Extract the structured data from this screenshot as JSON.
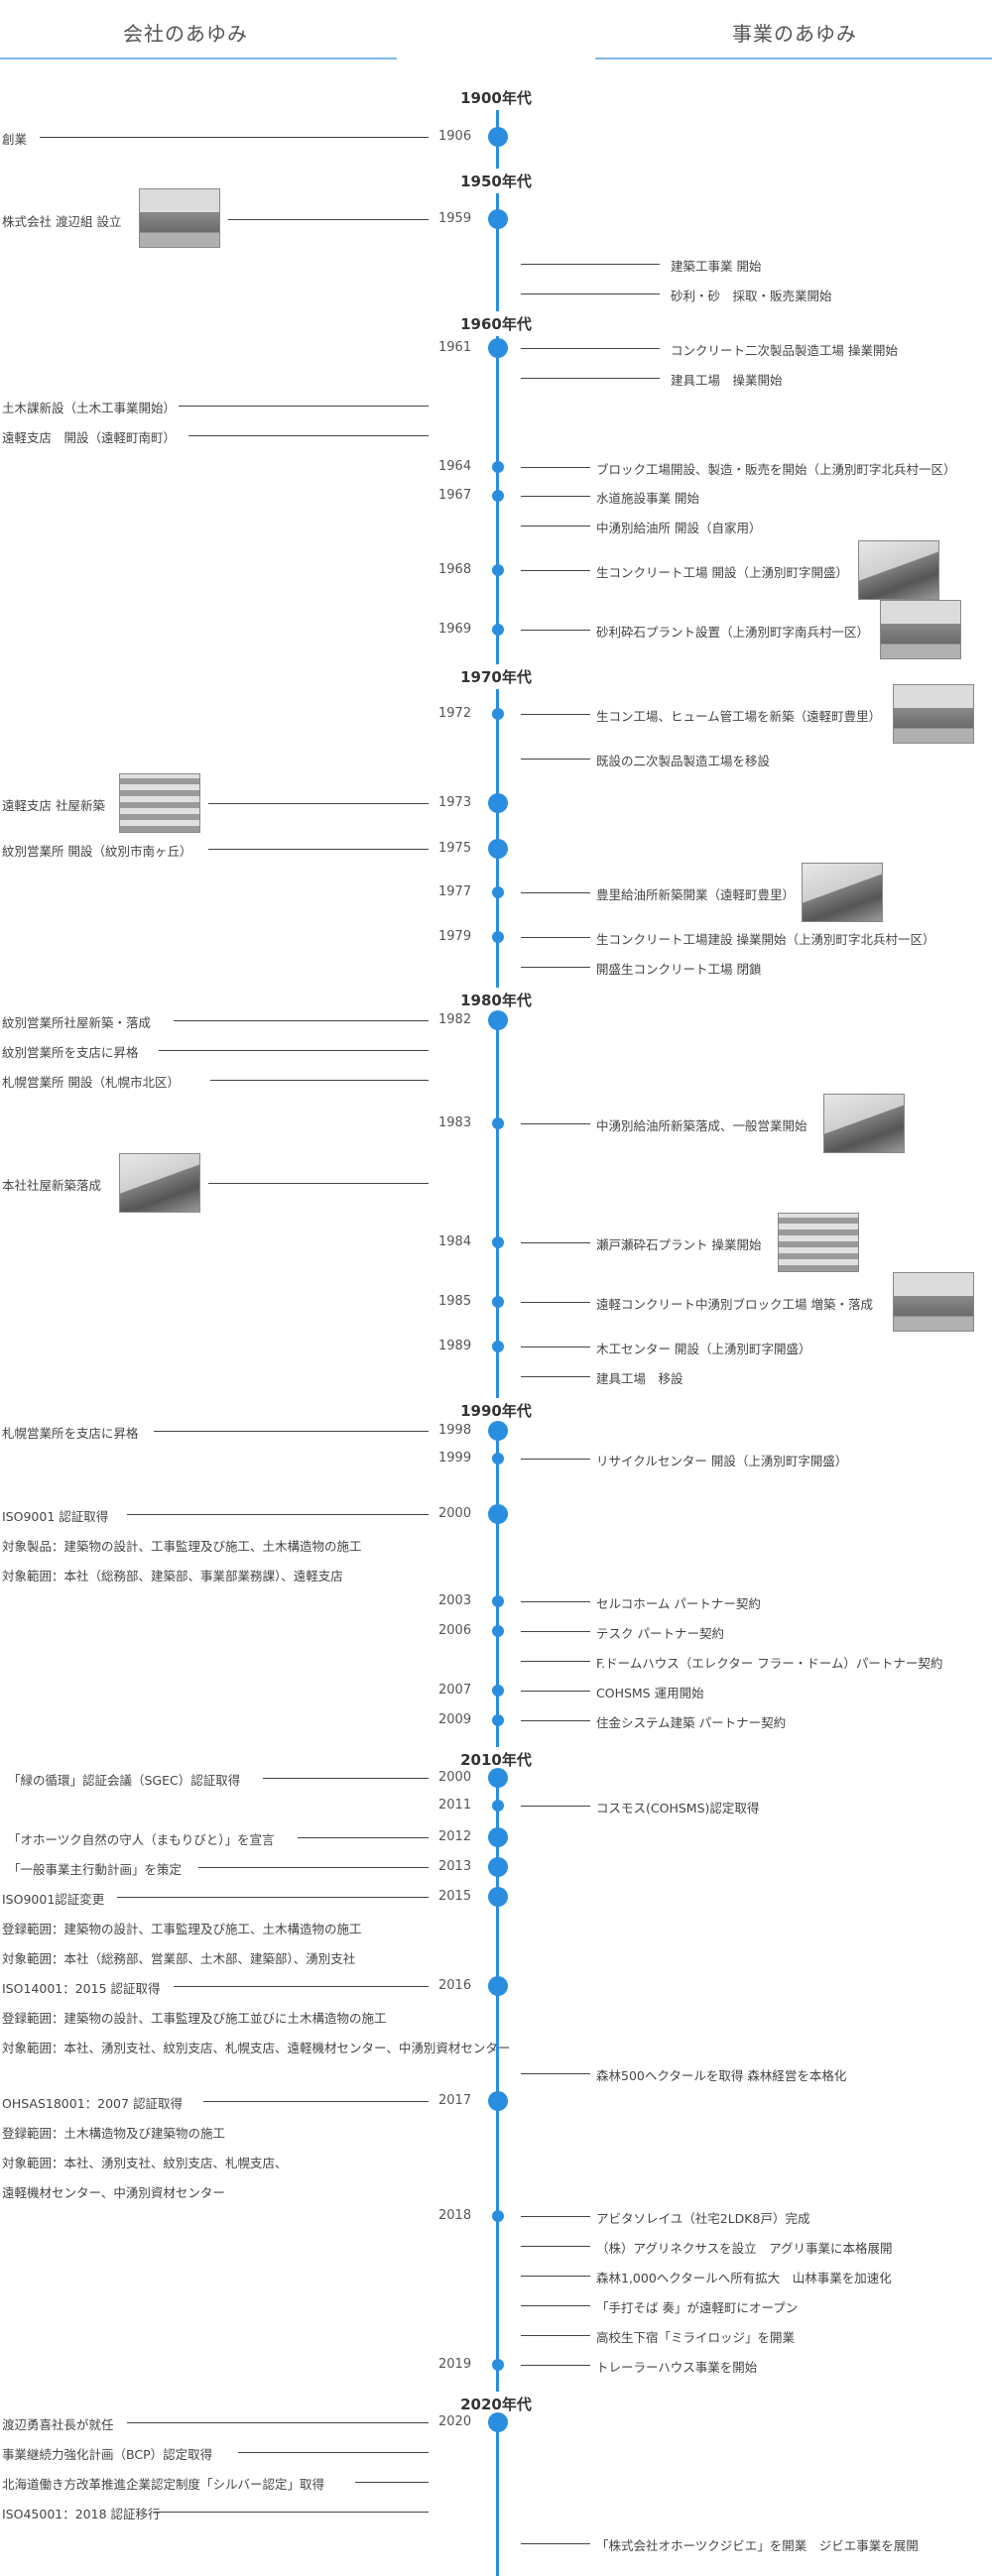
{
  "headers": {
    "left": "会社のあゆみ",
    "right": "事業のあゆみ"
  },
  "eras": [
    "1900年代",
    "1950年代",
    "1960年代",
    "1970年代",
    "1980年代",
    "1990年代",
    "2010年代",
    "2020年代"
  ],
  "years": {
    "y1906": "1906",
    "y1959": "1959",
    "y1961": "1961",
    "y1964": "1964",
    "y1967": "1967",
    "y1968": "1968",
    "y1969": "1969",
    "y1972": "1972",
    "y1973": "1973",
    "y1975": "1975",
    "y1977": "1977",
    "y1979": "1979",
    "y1982": "1982",
    "y1983": "1983",
    "y1984": "1984",
    "y1985": "1985",
    "y1989": "1989",
    "y1998": "1998",
    "y1999": "1999",
    "y2000": "2000",
    "y2003": "2003",
    "y2006": "2006",
    "y2007": "2007",
    "y2009": "2009",
    "y2000b": "2000",
    "y2011": "2011",
    "y2012": "2012",
    "y2013": "2013",
    "y2015": "2015",
    "y2016": "2016",
    "y2017": "2017",
    "y2018": "2018",
    "y2019": "2019",
    "y2020": "2020"
  },
  "left": [
    "創業",
    "株式会社 渡辺組 設立",
    "土木課新設（土木工事業開始）",
    "遠軽支店　開設（遠軽町南町）",
    "遠軽支店 社屋新築",
    "紋別営業所 開設（紋別市南ヶ丘）",
    "紋別営業所社屋新築・落成",
    "紋別営業所を支店に昇格",
    "札幌営業所 開設（札幌市北区）",
    "本社社屋新築落成",
    "札幌営業所を支店に昇格",
    "ISO9001 認証取得",
    "対象製品：建築物の設計、工事監理及び施工、土木構造物の施工",
    "対象範囲：本社（総務部、建築部、事業部業務課）、遠軽支店",
    "「緑の循環」認証会議（SGEC）認証取得",
    "「オホーツク自然の守人（まもりびと）」を宣言",
    "「一般事業主行動計画」を策定",
    "ISO9001認証変更",
    "登録範囲：建築物の設計、工事監理及び施工、土木構造物の施工",
    "対象範囲：本社（総務部、営業部、土木部、建築部）、湧別支社",
    "ISO14001：2015 認証取得",
    "登録範囲：建築物の設計、工事監理及び施工並びに土木構造物の施工",
    "対象範囲：本社、湧別支社、紋別支店、札幌支店、遠軽機材センター、中湧別資材センター",
    "OHSAS18001：2007 認証取得",
    "登録範囲：土木構造物及び建築物の施工",
    "対象範囲：本社、湧別支社、紋別支店、札幌支店、",
    "遠軽機材センター、中湧別資材センター",
    "渡辺勇喜社長が就任",
    "事業継続力強化計画（BCP）認定取得",
    "北海道働き方改革推進企業認定制度「シルバー認定」取得",
    "ISO45001：2018 認証移行"
  ],
  "right": [
    "建築工事業 開始",
    "砂利・砂　採取・販売業開始",
    "コンクリート二次製品製造工場 操業開始",
    "建具工場　操業開始",
    "ブロック工場開設、製造・販売を開始（上湧別町字北兵村一区）",
    "水道施設事業 開始",
    "中湧別給油所 開設（自家用）",
    "生コンクリート工場 開設（上湧別町字開盛）",
    "砂利砕石プラント設置（上湧別町字南兵村一区）",
    "生コン工場、ヒューム管工場を新築（遠軽町豊里）",
    "既設の二次製品製造工場を移設",
    "豊里給油所新築開業（遠軽町豊里）",
    "生コンクリート工場建設 操業開始（上湧別町字北兵村一区）",
    "開盛生コンクリート工場 閉鎖",
    "中湧別給油所新築落成、一般営業開始",
    "瀬戸瀬砕石プラント 操業開始",
    "遠軽コンクリート中湧別ブロック工場 増築・落成",
    "木工センター 開設（上湧別町字開盛）",
    "建具工場　移設",
    "リサイクルセンター 開設（上湧別町字開盛）",
    "セルコホーム パートナー契約",
    "テスク パートナー契約",
    "F.ドームハウス（エレクター フラー・ドーム）パートナー契約",
    "COHSMS 運用開始",
    "住金システム建築 パートナー契約",
    "コスモス(COHSMS)認定取得",
    "森林500ヘクタールを取得 森林経営を本格化",
    "アビタソレイユ（社宅2LDK8戸）完成",
    "（株）アグリネクサスを設立　アグリ事業に本格展開",
    "森林1,000ヘクタールへ所有拡大　山林事業を加速化",
    "「手打そば 奏」が遠軽町にオープン",
    "高校生下宿「ミライロッジ」を開業",
    "トレーラーハウス事業を開始",
    "「株式会社オホーツクジビエ」を開業　ジビエ事業を展開"
  ],
  "colors": {
    "accent": "#2a8ee0",
    "text": "#444444",
    "header_line": "#7ab8e8"
  }
}
